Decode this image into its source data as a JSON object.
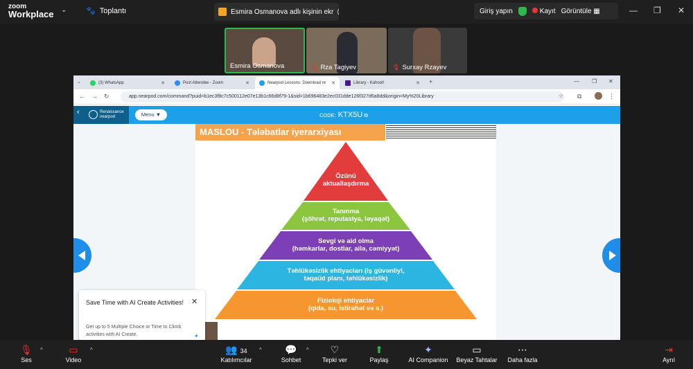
{
  "app": {
    "logo_line1": "zoom",
    "logo_line2": "Workplace",
    "meeting_label": "Toplantı"
  },
  "share_banner": {
    "text": "Esmira Osmanova adlı kişinin ekr"
  },
  "top_right": {
    "signin": "Giriş yapın",
    "record": "Kayıt",
    "view": "Görüntüle"
  },
  "participants": [
    {
      "name": "Esmira Osmanova",
      "muted": false
    },
    {
      "name": "Rza Tagiyev",
      "muted": true
    },
    {
      "name": "Surxay Rzayev",
      "muted": true
    }
  ],
  "browser": {
    "tabs": [
      {
        "label": "(3) WhatsApp",
        "color": "#25d366"
      },
      {
        "label": "Post Attendee - Zoom",
        "color": "#2d8cff"
      },
      {
        "label": "Nearpod Lessons: Download re",
        "color": "#1ea0e8"
      },
      {
        "label": "Library - Kahoot!",
        "color": "#46178f"
      }
    ],
    "url": "app.nearpod.com/command?puid=b1ec3f8c7c500112e07e13b1c66d8f79-1&sid=1b696483e2ec031dde126f327d6a8dd&origin=My%20Library"
  },
  "nearpod": {
    "logo_line1": "Renaissance",
    "logo_line2": "nearpod",
    "menu_label": "Menu ▼",
    "code_label": "CODE:",
    "code_value": "KTX5U"
  },
  "slide": {
    "title": "MASLOU - Tələbatlar iyerarxiyası",
    "levels": [
      {
        "title": "Özünü",
        "subtitle": "aktuallaşdırma",
        "color": "#e23c3c"
      },
      {
        "title": "Tanınma",
        "subtitle": "(şöhrət, reputasiya, ləyaqət)",
        "color": "#8cc63f"
      },
      {
        "title": "Sevgi və aid olma",
        "subtitle": "(həmkarlar, dostlar, ailə, cəmiyyət)",
        "color": "#7d3fb5"
      },
      {
        "title": "Təhlükəsizlik ehtiyacları (iş güvənliyi,",
        "subtitle": "təqaüd planı, təhlükəsizlik)",
        "color": "#2bb5e0"
      },
      {
        "title": "Fizioloji ehtiyaclar",
        "subtitle": "(qida, su, istirahət və s.)",
        "color": "#f5962f"
      }
    ]
  },
  "popup": {
    "title": "Save Time with AI Create Activities!",
    "body": "Get up to 5 Multiple Choice or Time to Climb activities with AI Create."
  },
  "controls": {
    "audio": "Ses",
    "video": "Video",
    "participants": "Katılımcılar",
    "participant_count": "34",
    "chat": "Sohbet",
    "react": "Tepki ver",
    "share": "Paylaş",
    "ai": "AI Companion",
    "whiteboard": "Beyaz Tahtalar",
    "more": "Daha fazla",
    "leave": "Ayrıl"
  }
}
